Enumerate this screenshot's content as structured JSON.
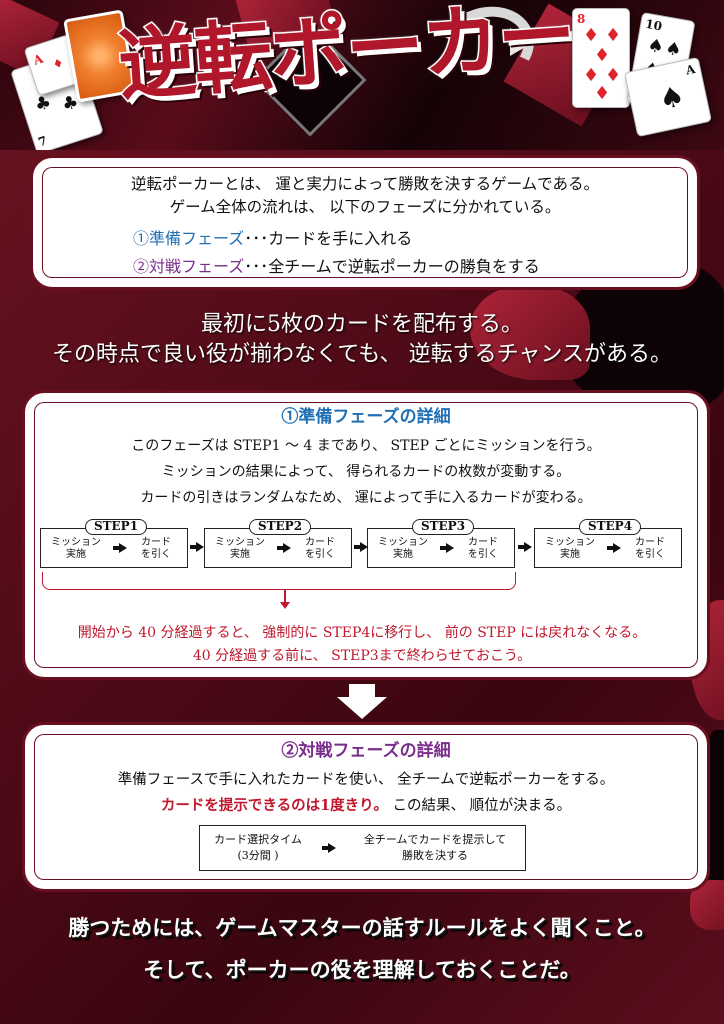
{
  "header": {
    "title": "逆転ポーカー",
    "cards": [
      {
        "rank": "A",
        "suit": "♦",
        "color": "red"
      },
      {
        "rank": "7",
        "suit": "♣",
        "color": "black"
      },
      {
        "rank": "8",
        "suit": "♦",
        "color": "red"
      },
      {
        "rank": "10",
        "suit": "♠",
        "color": "black"
      },
      {
        "rank": "A",
        "suit": "♠",
        "color": "black"
      }
    ]
  },
  "intro": {
    "lines": [
      "逆転ポーカーとは、 運と実力によって勝敗を決するゲームである。",
      "ゲーム全体の流れは、 以下のフェーズに分かれている。"
    ],
    "phases": [
      {
        "name": "①準備フェーズ",
        "desc": "･･･カードを手に入れる",
        "color": "#1f6fb4"
      },
      {
        "name": "②対戦フェーズ",
        "desc": "･･･全チームで逆転ポーカーの勝負をする",
        "color": "#7a2d8c"
      }
    ]
  },
  "middle": {
    "lines": [
      "最初に5枚のカードを配布する。",
      "その時点で良い役が揃わなくても、 逆転するチャンスがある。"
    ]
  },
  "prep_phase": {
    "title": "①準備フェーズの詳細",
    "lines": [
      "このフェーズは STEP1 ～ 4 まであり、 STEP ごとにミッションを行う。",
      "ミッションの結果によって、 得られるカードの枚数が変動する。",
      "カードの引きはランダムなため、 運によって手に入るカードが変わる。"
    ],
    "steps": [
      {
        "label": "STEP1",
        "left": "ミッション\n実施",
        "right": "カード\nを引く"
      },
      {
        "label": "STEP2",
        "left": "ミッション\n実施",
        "right": "カード\nを引く"
      },
      {
        "label": "STEP3",
        "left": "ミッション\n実施",
        "right": "カード\nを引く"
      },
      {
        "label": "STEP4",
        "left": "ミッション\n実施",
        "right": "カード\nを引く"
      }
    ],
    "warning": [
      "開始から 40 分経過すると、 強制的に STEP4に移行し、 前の STEP には戻れなくなる。",
      "40 分経過する前に、 STEP3まで終わらせておこう。"
    ]
  },
  "battle_phase": {
    "title": "②対戦フェーズの詳細",
    "line1": "準備フェースで手に入れたカードを使い、 全チームで逆転ポーカーをする。",
    "line2_red": "カードを提示できるのは1度きり。",
    "line2_black": " この結果、 順位が決まる。",
    "flow": {
      "left": "カード選択タイム\n(3分間 )",
      "right": "全チームでカードを提示して\n勝敗を決する"
    }
  },
  "footer": {
    "lines": [
      "勝つためには、ゲームマスターの話すルールをよく聞くこと。",
      "そして、ポーカーの役を理解しておくことだ。"
    ]
  },
  "colors": {
    "background": "#5a0c1a",
    "panel_border": "#6a0f20",
    "phase1": "#1f6fb4",
    "phase2": "#7a2d8c",
    "warning": "#c0182c",
    "title_fill": "#b0172b"
  }
}
